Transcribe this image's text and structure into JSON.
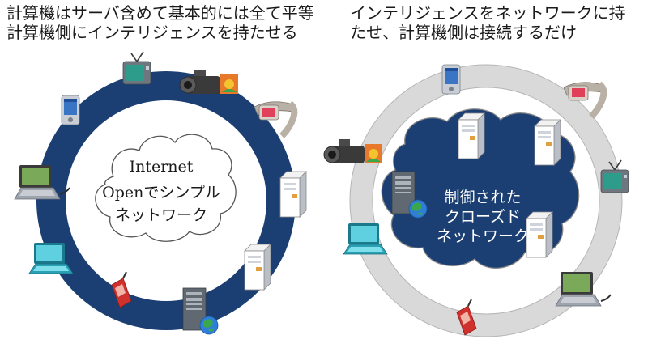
{
  "left_caption": {
    "line1": "計算機はサーバ含めて基本的には全て平等",
    "line2": "計算機側にインテリジェンスを持たせる"
  },
  "right_caption": {
    "line1": "インテリジェンスをネットワークに持",
    "line2": "たせ、計算機側は接続するだけ"
  },
  "left_cloud": {
    "line1": "Internet",
    "line2": "Openでシンプル",
    "line3": "ネットワーク"
  },
  "right_cloud": {
    "line1": "制御された",
    "line2": "クローズド",
    "line3": "ネットワーク"
  },
  "colors": {
    "ring_dark": "#1c3f73",
    "ring_light": "#d9d9d9",
    "cloud_dark": "#1c3f73",
    "cloud_light": "#ffffff"
  }
}
